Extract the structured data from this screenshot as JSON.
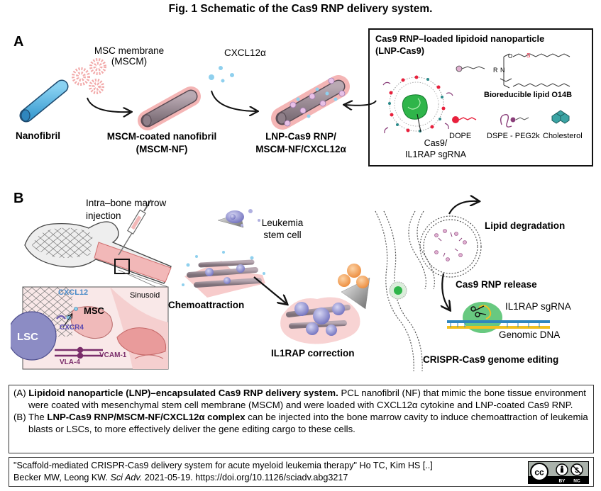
{
  "figure_title": "Fig. 1 Schematic of the Cas9 RNP delivery system.",
  "panel_a": {
    "letter": "A",
    "msc_membrane_line1": "MSC membrane",
    "msc_membrane_line2": "(MSCM)",
    "cxcl12": "CXCL12α",
    "nanofibril": "Nanofibril",
    "mscm_nf_line1": "MSCM-coated nanofibril",
    "mscm_nf_line2": "(MSCM-NF)",
    "lnp_line1": "LNP-Cas9 RNP/",
    "lnp_line2": "MSCM-NF/CXCL12α",
    "inset": {
      "title_line1": "Cas9 RNP–loaded lipidoid nanoparticle",
      "title_line2": "(LNP-Cas9)",
      "lipid_name": "Bioreducible lipid O14B",
      "cas9_line1": "Cas9/",
      "cas9_line2": "IL1RAP sgRNA",
      "dope": "DOPE",
      "dspe": "DSPE - PEG2k",
      "cholesterol": "Cholesterol",
      "r_label": "R",
      "n_label": "N",
      "o_label": "O",
      "s_label": "S"
    }
  },
  "panel_b": {
    "letter": "B",
    "injection_line1": "Intra–bone marrow",
    "injection_line2": "injection",
    "leukemia_line1": "Leukemia",
    "leukemia_line2": "stem cell",
    "chemoattraction": "Chemoattraction",
    "il1rap_correction": "IL1RAP correction",
    "lipid_degradation": "Lipid degradation",
    "cas9_release": "Cas9 RNP release",
    "il1rap_sgrna": "IL1RAP sgRNA",
    "genomic_dna": "Genomic DNA",
    "crispr": "CRISPR-Cas9 genome editing",
    "inset": {
      "cxcl12": "CXCL12",
      "sinusoid": "Sinusoid",
      "msc": "MSC",
      "cxcr4": "CXCR4",
      "lsc": "LSC",
      "vla4": "VLA-4",
      "vcam1": "VCAM-1"
    }
  },
  "caption": {
    "a_prefix": "(A) ",
    "a_bold": "Lipidoid nanoparticle (LNP)–encapsulated Cas9 RNP delivery system.",
    "a_text": " PCL nanofibril (NF) that mimic the bone tissue environment were coated with mesenchymal stem cell membrane (MSCM) and were loaded with CXCL12α cytokine and LNP-coated Cas9 RNP.",
    "b_prefix": "(B) The ",
    "b_bold": "LNP-Cas9 RNP/MSCM-NF/CXCL12α complex",
    "b_text": " can be injected into the bone marrow cavity to induce chemoattraction of leukemia blasts or LSCs, to more effectively deliver the gene editing cargo to these cells."
  },
  "citation": {
    "line1": "\"Scaffold-mediated CRISPR-Cas9 delivery system for acute myeloid leukemia therapy\" Ho TC, Kim HS [..]",
    "line2_a": "Becker MW, Leong KW. ",
    "journal": "Sci Adv.",
    "line2_b": " 2021-05-19. https://doi.org/10.1126/sciadv.abg3217",
    "license_cc": "cc",
    "license_by": "BY",
    "license_nc": "NC"
  },
  "colors": {
    "nanofibril_blue": "#5ab9e6",
    "membrane_pink": "#f4b5b5",
    "cas9_green": "#2fb54a",
    "dope_red": "#e8203c",
    "peg_purple": "#8a3f7a",
    "cholesterol_teal": "#2a8a8a",
    "cell_purple": "#7f7fc6",
    "leukemia_orange": "#f09a4a"
  }
}
